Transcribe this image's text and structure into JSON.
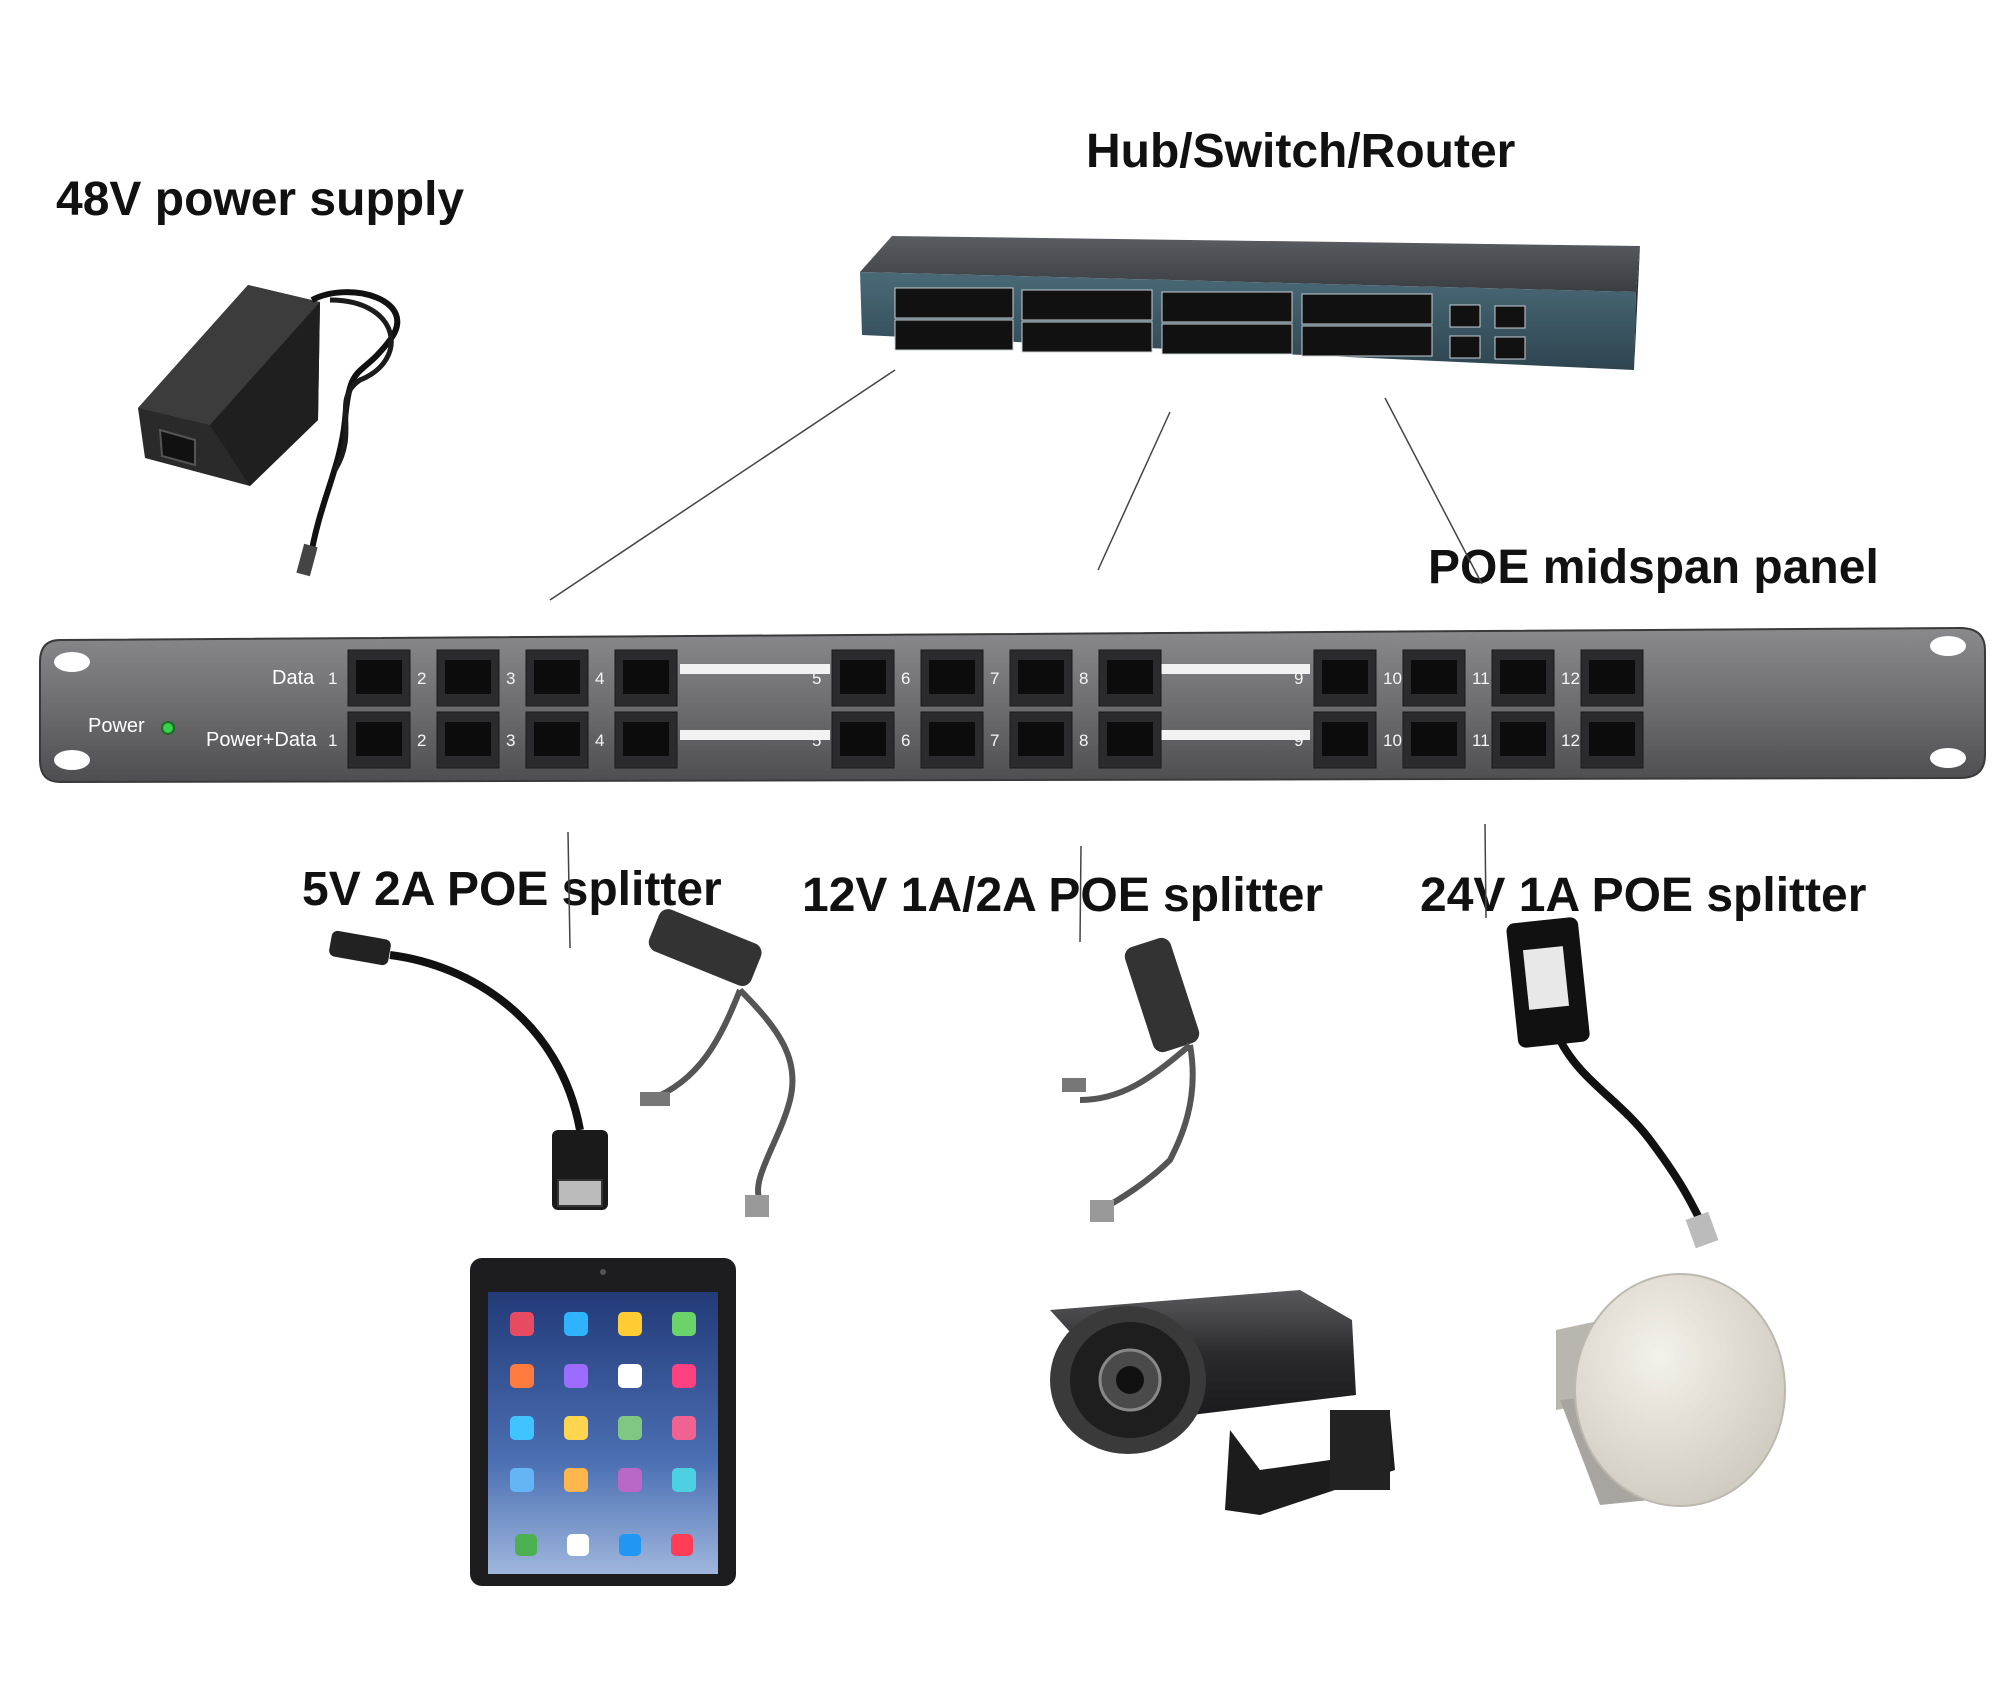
{
  "labels": {
    "power_supply": "48V power supply",
    "switch": "Hub/Switch/Router",
    "midspan": "POE midspan panel",
    "splitter_5v": "5V 2A POE splitter",
    "splitter_12v": "12V 1A/2A POE splitter",
    "splitter_24v": "24V 1A POE splitter"
  },
  "panel": {
    "power_label": "Power",
    "data_row_label": "Data",
    "power_data_row_label": "Power+Data",
    "port_numbers": [
      "1",
      "2",
      "3",
      "4",
      "5",
      "6",
      "7",
      "8",
      "9",
      "10",
      "11",
      "12"
    ]
  },
  "devices": [
    "tablet-icon",
    "bullet-camera-icon",
    "outdoor-access-point-icon"
  ],
  "colors": {
    "panel": "#6e6e70",
    "panel_dark": "#4a4a4c",
    "switch_body": "#3e5560",
    "cable": "#1a1a1a",
    "led": "#3bd04a"
  }
}
